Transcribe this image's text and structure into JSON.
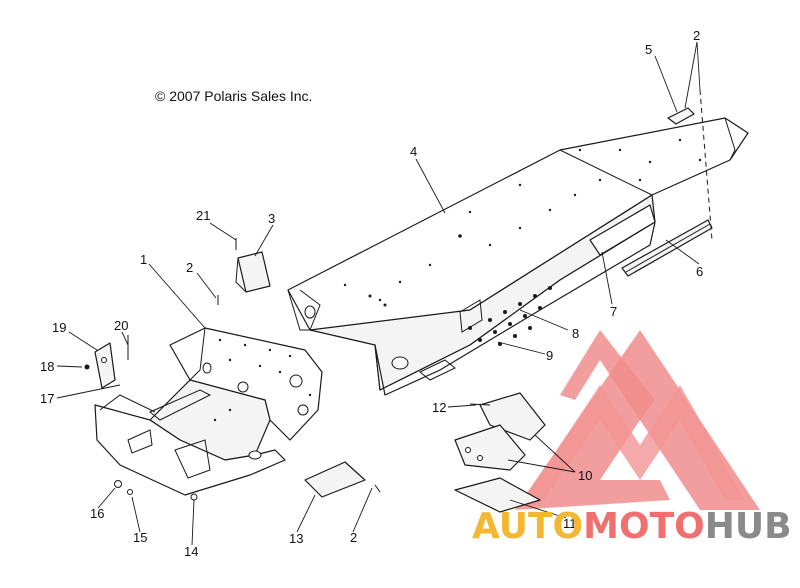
{
  "copyright": "© 2007 Polaris Sales Inc.",
  "callouts": [
    {
      "id": "1",
      "label": "1"
    },
    {
      "id": "2a",
      "label": "2"
    },
    {
      "id": "2b",
      "label": "2"
    },
    {
      "id": "2c",
      "label": "2"
    },
    {
      "id": "3",
      "label": "3"
    },
    {
      "id": "4",
      "label": "4"
    },
    {
      "id": "5",
      "label": "5"
    },
    {
      "id": "6",
      "label": "6"
    },
    {
      "id": "7",
      "label": "7"
    },
    {
      "id": "8",
      "label": "8"
    },
    {
      "id": "9",
      "label": "9"
    },
    {
      "id": "10",
      "label": "10"
    },
    {
      "id": "11",
      "label": "11"
    },
    {
      "id": "12",
      "label": "12"
    },
    {
      "id": "13",
      "label": "13"
    },
    {
      "id": "14",
      "label": "14"
    },
    {
      "id": "15",
      "label": "15"
    },
    {
      "id": "16",
      "label": "16"
    },
    {
      "id": "17",
      "label": "17"
    },
    {
      "id": "18",
      "label": "18"
    },
    {
      "id": "19",
      "label": "19"
    },
    {
      "id": "20",
      "label": "20"
    },
    {
      "id": "21",
      "label": "21"
    }
  ],
  "watermark": {
    "name": "AUTOMOTOHUB",
    "part1": "AUTO",
    "part2": "MOTO",
    "part3": "HUB",
    "colors": {
      "auto": "#f3b733",
      "moto": "#f07070",
      "hub": "#8a8a8a",
      "logo": "#f07878"
    }
  }
}
